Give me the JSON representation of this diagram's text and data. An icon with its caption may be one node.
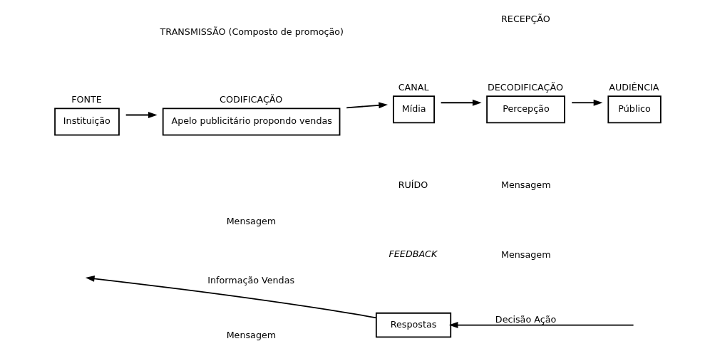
{
  "diagram": {
    "nodes": [
      {
        "text": [
          "FONTE",
          "Instituição"
        ]
      },
      {
        "text": [
          "CODIFICAÇÃO",
          "Apelo publicitário propondo vendas"
        ]
      },
      {
        "text": [
          "CANAL",
          "Mídia"
        ]
      },
      {
        "text": [
          "DECODIFICAÇÃO",
          "Percepção"
        ]
      },
      {
        "text": [
          "AUDIÊNCIA",
          "Público"
        ]
      },
      {
        "text": [
          "Respostas"
        ]
      }
    ],
    "edges": [
      {
        "from": 0,
        "to": 1,
        "arrow": "to"
      },
      {
        "from": 1,
        "to": 2,
        "arrow": "to"
      },
      {
        "from": 2,
        "to": 3,
        "arrow": "to"
      },
      {
        "from": 3,
        "to": 4,
        "arrow": "to"
      },
      {
        "from": 5,
        "to": null,
        "arrow": "to",
        "label": "Informação Vendas"
      },
      {
        "from": null,
        "to": 5,
        "arrow": "to",
        "label": "Decisão Ação"
      }
    ],
    "labels": [
      "TRANSMISSÃO (Composto de promoção)",
      "RECEPÇÃO",
      "Mensagem",
      "Mensagem",
      "RUÍDO",
      "Mensagem",
      "FEEDBACK",
      "Mensagem"
    ]
  }
}
